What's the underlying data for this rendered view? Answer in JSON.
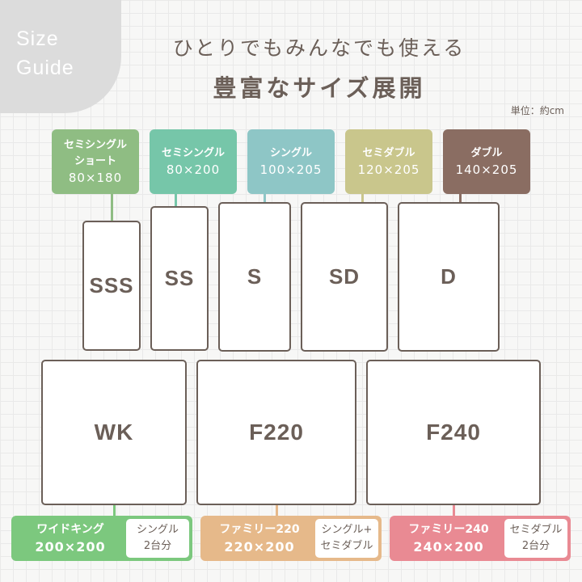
{
  "guide": {
    "line1": "Size",
    "line2": "Guide"
  },
  "heading": {
    "subtitle": "ひとりでもみんなでも使える",
    "title": "豊富なサイズ展開",
    "unit": "単位：約cm"
  },
  "colors": {
    "sss": "#8fbd83",
    "ss": "#76c6a9",
    "s": "#8ec6c6",
    "sd": "#c9c68c",
    "d": "#8a6d62",
    "wk": "#7cc87e",
    "f220": "#e6b98a",
    "f240": "#e98a93",
    "outline": "#6b5f58"
  },
  "top_tags": [
    {
      "name": "セミシングル",
      "name2": "ショート",
      "size": "80×180"
    },
    {
      "name": "セミシングル",
      "size": "80×200"
    },
    {
      "name": "シングル",
      "size": "100×205"
    },
    {
      "name": "セミダブル",
      "size": "120×205"
    },
    {
      "name": "ダブル",
      "size": "140×205"
    }
  ],
  "boxes": {
    "sss": "SSS",
    "ss": "SS",
    "s": "S",
    "sd": "SD",
    "d": "D",
    "wk": "WK",
    "f220": "F220",
    "f240": "F240"
  },
  "bottom_tags": [
    {
      "name": "ワイドキング",
      "size": "200×200",
      "note1": "シングル",
      "note2": "2台分"
    },
    {
      "name": "ファミリー220",
      "size": "220×200",
      "note1": "シングル+",
      "note2": "セミダブル"
    },
    {
      "name": "ファミリー240",
      "size": "240×200",
      "note1": "セミダブル",
      "note2": "2台分"
    }
  ]
}
